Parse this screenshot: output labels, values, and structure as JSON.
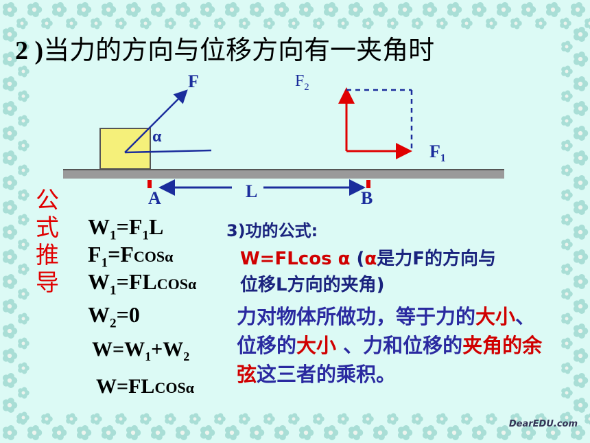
{
  "title": {
    "num": "2 )",
    "text": "当力的方向与位移方向有一夹角时"
  },
  "diagram": {
    "force": "F",
    "angle": "α",
    "f2": "F",
    "f2_sub": "2",
    "f1": "F",
    "f1_sub": "1",
    "point_a": "A",
    "length": "L",
    "point_b": "B"
  },
  "side_label": "公式推导",
  "derivation": {
    "line1": {
      "a": "W",
      "as": "1",
      "b": "=F",
      "bs": "1",
      "c": "L"
    },
    "line2": {
      "a": "F",
      "as": "1",
      "b": "=F",
      "c": "COSα"
    },
    "line3": {
      "a": "W",
      "as": "1",
      "b": "=FL",
      "c": "COSα"
    },
    "line4": {
      "a": "W",
      "as": "2",
      "b": "=0"
    },
    "line5": {
      "a": "W=W",
      "as": "1",
      "b": "+W",
      "bs": "2"
    },
    "line6": {
      "a": "W=FL",
      "c": "COSα"
    }
  },
  "formula_section": {
    "heading": "3)功的公式:",
    "formula": "W=FLcos α",
    "note1_open": "(",
    "note1_alpha": "α",
    "note1_rest": "是力F的方向与",
    "note2": "位移L方向的夹角)"
  },
  "paragraph": {
    "s1": "力对物体所做功，等于力的",
    "s2": "大",
    "s3": "小",
    "s4": "、位移的",
    "s5": "大小",
    "s6": " 、力和位移的",
    "s7": "夹角的余弦",
    "s8": "这三者的乘积。"
  },
  "watermark": "DearEDU.com",
  "colors": {
    "background": "#dcfaf5",
    "block": "#f5f07a",
    "arrow_blue": "#1b2d9c",
    "red": "#e00000",
    "ground": "#9a9a9a"
  }
}
